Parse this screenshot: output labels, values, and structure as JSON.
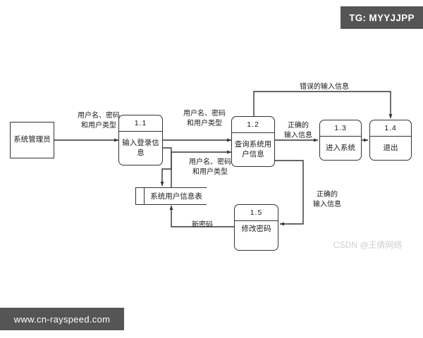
{
  "banners": {
    "tg": "TG: MYYJJPP",
    "site": "www.cn-rayspeed.com"
  },
  "watermark": "CSDN @王倩网络",
  "diagram": {
    "external_entities": [
      {
        "id": "admin",
        "label": "系统管理员"
      }
    ],
    "processes": [
      {
        "id": "1.1",
        "number": "1.1",
        "label": "输入登录信息"
      },
      {
        "id": "1.2",
        "number": "1.2",
        "label": "查询系统用户信息"
      },
      {
        "id": "1.3",
        "number": "1.3",
        "label": "进入系统"
      },
      {
        "id": "1.4",
        "number": "1.4",
        "label": "退出"
      },
      {
        "id": "1.5",
        "number": "1.5",
        "label": "修改密码"
      }
    ],
    "data_stores": [
      {
        "id": "ds1",
        "label": "系统用户信息表"
      }
    ],
    "flows": [
      {
        "id": "f1",
        "line1": "用户名、密码",
        "line2": "和用户类型"
      },
      {
        "id": "f2",
        "line1": "用户名、密码",
        "line2": "和用户类型"
      },
      {
        "id": "f3",
        "line1": "用户名、密码",
        "line2": "和用户类型"
      },
      {
        "id": "f4",
        "line1": "错误的输入信息",
        "line2": ""
      },
      {
        "id": "f5",
        "line1": "正确的",
        "line2": "输入信息"
      },
      {
        "id": "f6",
        "line1": "正确的",
        "line2": "输入信息"
      },
      {
        "id": "f7",
        "line1": "新密码",
        "line2": ""
      }
    ]
  }
}
